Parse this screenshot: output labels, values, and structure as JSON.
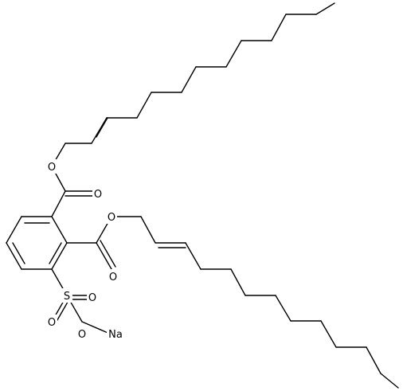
{
  "molecule": {
    "atoms": {
      "o_ester1": "O",
      "o_carbonyl1": "O",
      "o_ester2": "O",
      "o_carbonyl2": "O",
      "sulfur": "S",
      "o_sulfonyl_right": "O",
      "o_sulfonyl_left": "O",
      "o_sulfonate": "O",
      "sodium": "Na"
    },
    "colors": {
      "bond": "#000000",
      "background": "#ffffff"
    }
  }
}
